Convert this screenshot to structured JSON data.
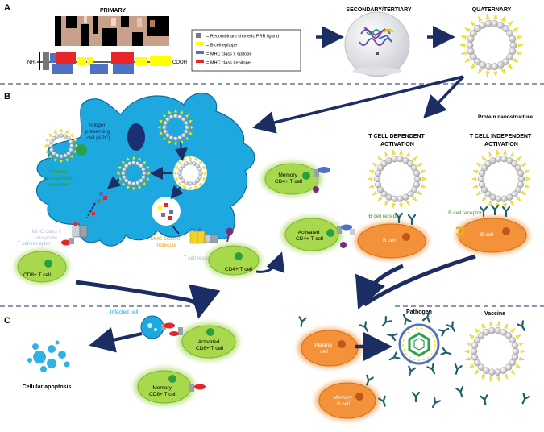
{
  "panels": {
    "a": "A",
    "b": "B",
    "c": "C"
  },
  "headings": {
    "primary": "PRIMARY",
    "secondary_tertiary": "SECONDARY/TERTIARY",
    "quaternary": "QUATERNARY",
    "protein_nanostructure": "Protein nanostructure",
    "t_dependent": [
      "T CELL DEPENDENT",
      "ACTIVATION"
    ],
    "t_independent": [
      "T CELL INDEPENDENT",
      "ACTIVATION"
    ]
  },
  "termini": {
    "nh2": "NH₂",
    "cooh": "COOH"
  },
  "legend": {
    "items": [
      {
        "label": "= Recombinant chimeric PRR ligand",
        "color": "#7a7a7a"
      },
      {
        "label": "= B cell epitope",
        "color": "#ffff00"
      },
      {
        "label": "= MHC class II epitope",
        "color": "#4f72c4"
      },
      {
        "label": "= MHC class I epitope",
        "color": "#e8262a"
      }
    ]
  },
  "labels_b": {
    "apc": [
      "Antigen",
      "presenting",
      "cell (APC)"
    ],
    "prr": [
      "Pattern",
      "recognition",
      "receptor"
    ],
    "mhc1": [
      "MHC class I",
      "molecule"
    ],
    "tcr_left": "T cell receptor",
    "cd8": "CD8+ T cell",
    "mhc2": [
      "MHC class II",
      "molecule"
    ],
    "tcr_mid": "T cell receptor",
    "cd4": "CD4+ T cell",
    "memory_cd4": [
      "Memory",
      "CD4+ T cell"
    ],
    "activated_cd4": [
      "Activated",
      "CD4+ T cell"
    ],
    "bcr_mid": "B cell receptor",
    "b_cell_mid": "B cell",
    "bcr_right": "B cell receptor",
    "b_cell_right": "B cell"
  },
  "labels_c": {
    "infected": "Infected cell",
    "apoptosis": "Cellular apoptosis",
    "activated_cd8": [
      "Activated",
      "CD8+ T cell"
    ],
    "memory_cd8": [
      "Memory",
      "CD8+ T cell"
    ],
    "plasma": [
      "Plasma",
      "cell"
    ],
    "memory_b": [
      "Memory",
      "B cell"
    ],
    "pathogen": "Pathogen",
    "vaccine": "Vaccine"
  },
  "colors": {
    "apc": "#1ea8e0",
    "t_cell": "#9ed44a",
    "b_cell": "#f08a2e",
    "arrow": "#1b2d63",
    "divider": "#1b2d63",
    "prr_green": "#27a24a",
    "mhc2_text": "#e8a21a",
    "tcr_text": "#9fb6d6",
    "bcr_text": "#4f8a2a",
    "infected_text": "#1ea8e0"
  }
}
